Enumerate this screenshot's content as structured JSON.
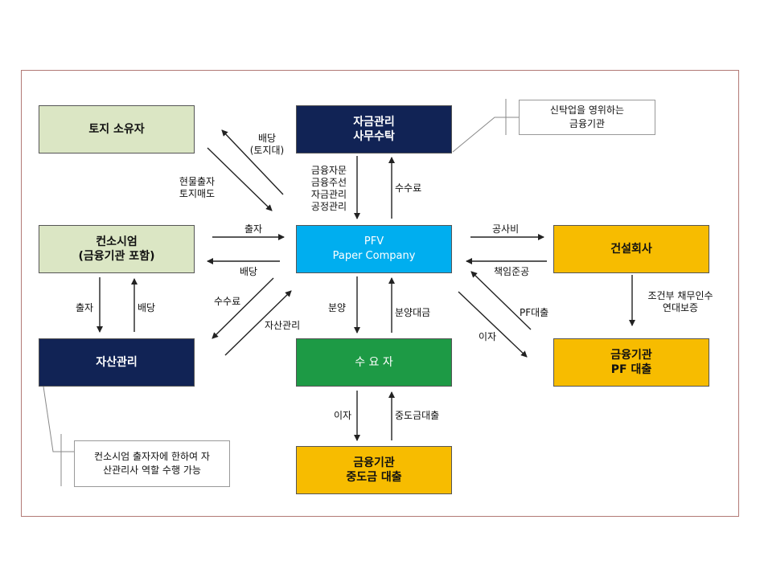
{
  "boxes": {
    "landowner": "토지 소유자",
    "consortium": "컨소시엄\n(금융기관 포함)",
    "asset_mgmt": "자산관리",
    "fund_mgmt": "자금관리\n사무수탁",
    "pfv": "PFV\nPaper Company",
    "buyers": "수 요 자",
    "mid_loan": "금융기관\n중도금 대출",
    "construction": "건설회사",
    "pf_loan": "금융기관\nPF 대출"
  },
  "notes": {
    "trust": "신탁업을 영위하는\n금융기관",
    "asset_note": "컨소시엄 출자자에 한하여 자\n산관리사 역할 수행 가능"
  },
  "labels": {
    "dividend_land": "배당\n(토지대)",
    "in_kind": "현물출자\n토지매도",
    "fund_services": "금융자문\n금융주선\n자금관리\n공정관리",
    "fee_top": "수수료",
    "invest_right": "출자",
    "dividend_left": "배당",
    "invest_down": "출자",
    "dividend_up": "배당",
    "fee_left": "수수료",
    "asset_label": "자산관리",
    "sale": "분양",
    "sale_price": "분양대금",
    "construction_cost": "공사비",
    "completion": "책임준공",
    "conditional": "조건부 채무인수\n연대보증",
    "pf_loan_label": "PF대출",
    "interest_right": "이자",
    "interest_down": "이자",
    "mid_loan_label": "중도금대출"
  }
}
